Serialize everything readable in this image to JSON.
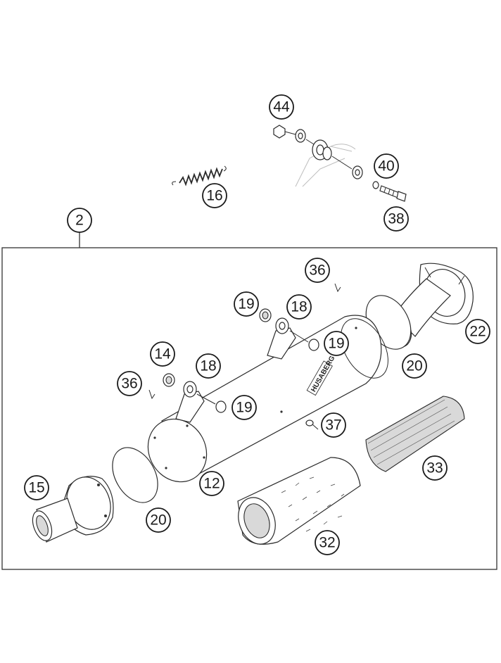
{
  "brand": "HUSABERG",
  "callouts": [
    {
      "id": "c44",
      "label": "44"
    },
    {
      "id": "c40",
      "label": "40"
    },
    {
      "id": "c16",
      "label": "16"
    },
    {
      "id": "c38",
      "label": "38"
    },
    {
      "id": "c2",
      "label": "2"
    },
    {
      "id": "c36a",
      "label": "36"
    },
    {
      "id": "c19a",
      "label": "19"
    },
    {
      "id": "c18a",
      "label": "18"
    },
    {
      "id": "c22",
      "label": "22"
    },
    {
      "id": "c19b",
      "label": "19"
    },
    {
      "id": "c14",
      "label": "14"
    },
    {
      "id": "c18b",
      "label": "18"
    },
    {
      "id": "c20a",
      "label": "20"
    },
    {
      "id": "c36b",
      "label": "36"
    },
    {
      "id": "c19c",
      "label": "19"
    },
    {
      "id": "c37",
      "label": "37"
    },
    {
      "id": "c33",
      "label": "33"
    },
    {
      "id": "c15",
      "label": "15"
    },
    {
      "id": "c12",
      "label": "12"
    },
    {
      "id": "c20b",
      "label": "20"
    },
    {
      "id": "c32",
      "label": "32"
    }
  ]
}
